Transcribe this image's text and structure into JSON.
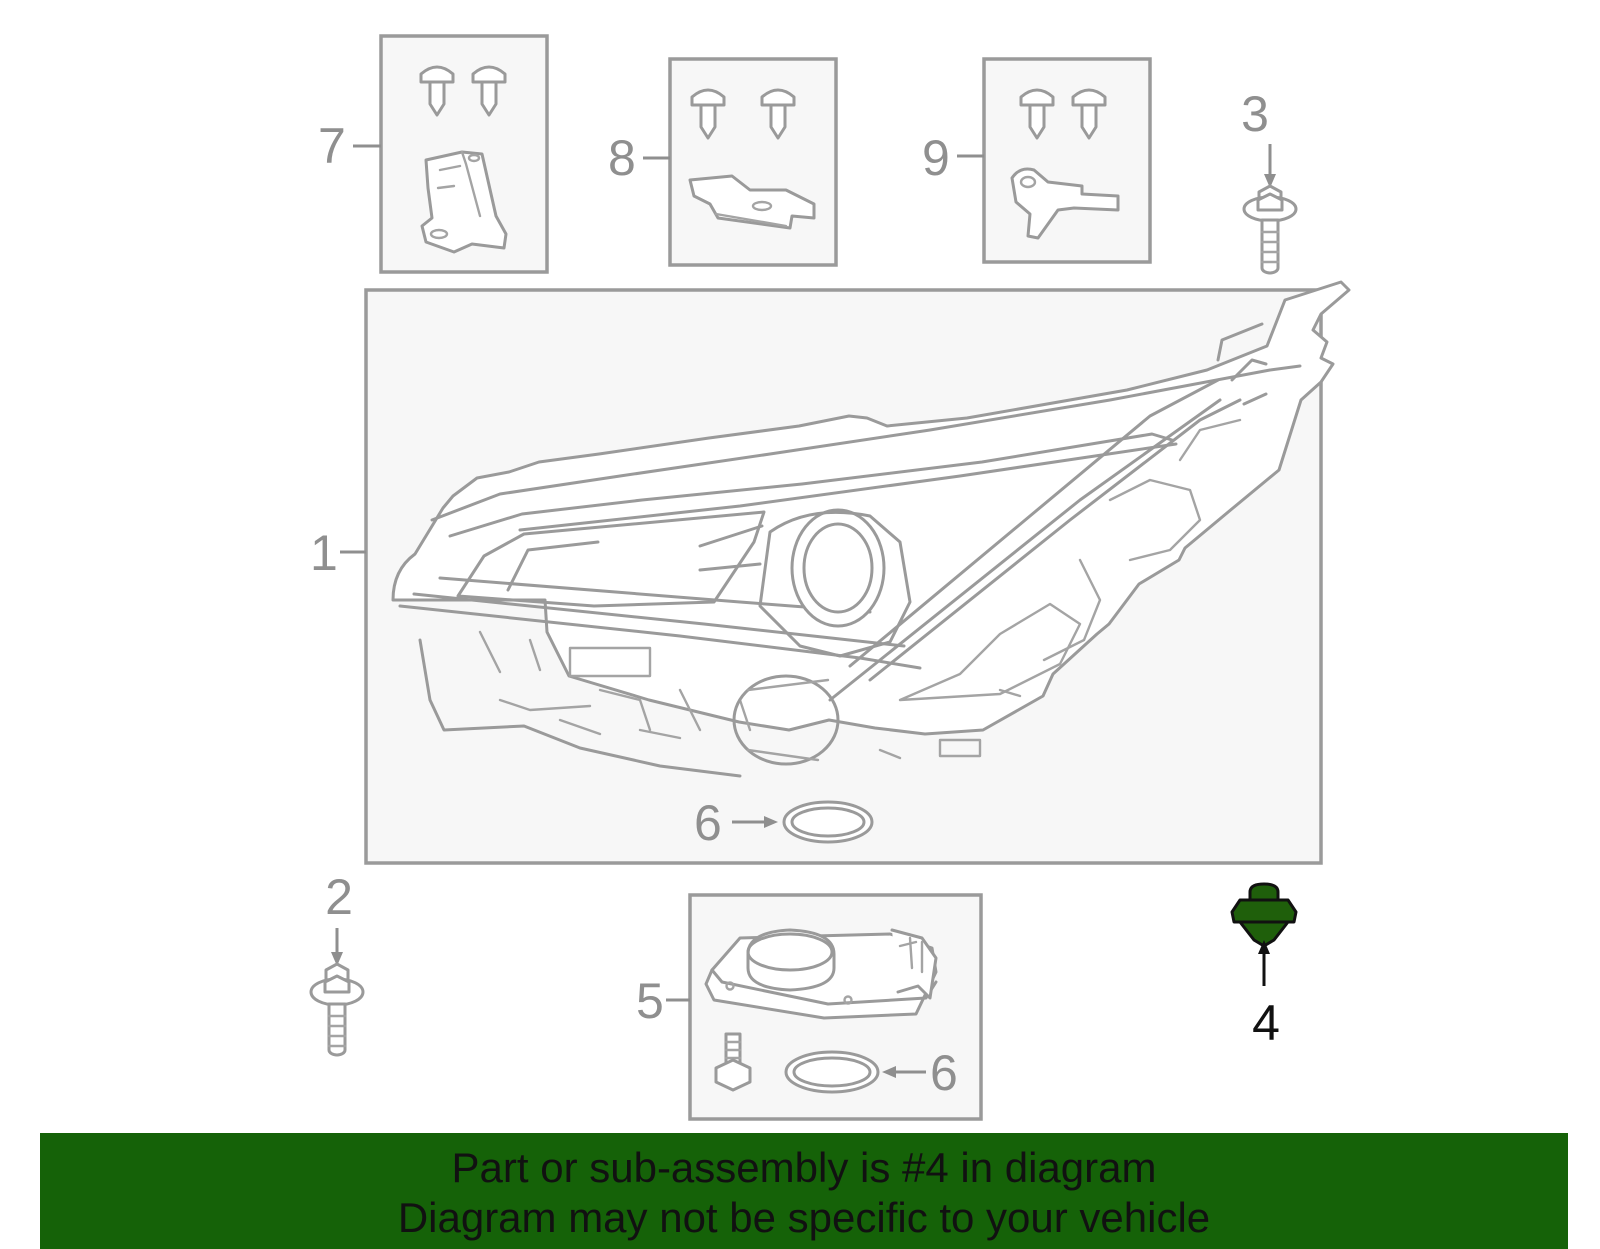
{
  "colors": {
    "banner_bg": "#156208",
    "highlight_part": "#1f5f0b",
    "line_art": "#9a9a9a"
  },
  "callouts": {
    "headlamp_assembly": "1",
    "bolt_lower": "2",
    "bolt_upper": "3",
    "highlighted_clip": "4",
    "ballast": "5",
    "gasket_upper": "6",
    "gasket_lower": "6",
    "bracket_kit_7": "7",
    "bracket_kit_8": "8",
    "bracket_kit_9": "9"
  },
  "highlighted_callout": "4",
  "banner": {
    "line1": "Part or sub-assembly is #4 in diagram",
    "line2": "Diagram may not be specific to your vehicle"
  }
}
